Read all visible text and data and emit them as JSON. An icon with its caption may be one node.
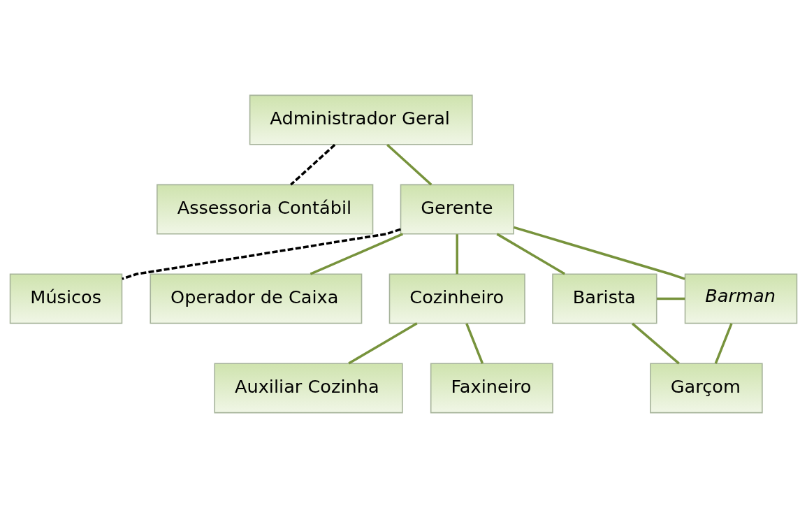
{
  "diagram": {
    "nodes": [
      {
        "text": [
          "Administrador Geral"
        ]
      },
      {
        "text": [
          "Assessoria Contábil"
        ]
      },
      {
        "text": [
          "Gerente"
        ]
      },
      {
        "text": [
          "Músicos"
        ]
      },
      {
        "text": [
          "Operador de Caixa"
        ]
      },
      {
        "text": [
          "Cozinheiro"
        ]
      },
      {
        "text": [
          "Barista"
        ]
      },
      {
        "text": [
          "Barman"
        ]
      },
      {
        "text": [
          "Auxiliar Cozinha"
        ]
      },
      {
        "text": [
          "Garçom"
        ]
      },
      {
        "text": [
          "Faxineiro"
        ]
      }
    ],
    "edges": [
      {
        "from": 0,
        "to": 2,
        "arrow": "none"
      },
      {
        "from": 0,
        "to": 1,
        "arrow": "none",
        "style": "dashed",
        "color": "#000000"
      },
      {
        "from": 2,
        "to": 3,
        "arrow": "none",
        "style": "dashed",
        "color": "#000000"
      },
      {
        "from": 2,
        "to": 4,
        "arrow": "none"
      },
      {
        "from": 2,
        "to": 5,
        "arrow": "none"
      },
      {
        "from": 2,
        "to": 6,
        "arrow": "none"
      },
      {
        "from": 2,
        "to": 7,
        "arrow": "none"
      },
      {
        "from": 5,
        "to": 8,
        "arrow": "none"
      },
      {
        "from": 5,
        "to": 10,
        "arrow": "none"
      },
      {
        "from": 6,
        "to": 7,
        "arrow": "none"
      },
      {
        "from": 6,
        "to": 9,
        "arrow": "none"
      },
      {
        "from": 7,
        "to": 9,
        "arrow": "none"
      }
    ]
  }
}
